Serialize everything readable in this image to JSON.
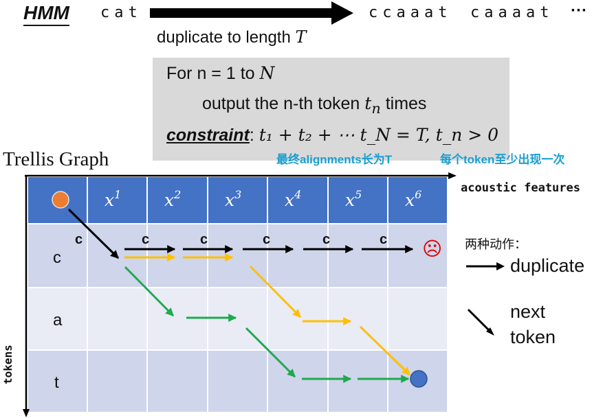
{
  "header": {
    "model_label": "HMM",
    "source_sequence": "cat",
    "output_sequence_1": "ccaaat",
    "output_sequence_2": "caaaat",
    "ellipsis": "···",
    "caption_text": "duplicate to length",
    "caption_symbol": "T"
  },
  "algorithm": {
    "line1_prefix": "For n = 1 to ",
    "line1_symbol": "N",
    "line2_prefix": "output the n-th token ",
    "line2_symbol_base": "t",
    "line2_symbol_sub": "n",
    "line2_suffix": " times",
    "constraint_label": "constraint",
    "constraint_colon": ": ",
    "constraint_formula": "t₁ + t₂ + ⋯ t_N = T, t_n > 0"
  },
  "trellis": {
    "title": "Trellis Graph",
    "note_total_length": "最终alignments长为T",
    "note_each_token": "每个token至少出现一次",
    "x_axis_label": "acoustic features",
    "y_axis_label": "tokens",
    "column_headers": [
      {
        "base": "x",
        "sup": "1"
      },
      {
        "base": "x",
        "sup": "2"
      },
      {
        "base": "x",
        "sup": "3"
      },
      {
        "base": "x",
        "sup": "4"
      },
      {
        "base": "x",
        "sup": "5"
      },
      {
        "base": "x",
        "sup": "6"
      }
    ],
    "row_labels": [
      "c",
      "a",
      "t"
    ],
    "arrow_labels": [
      "c",
      "c",
      "c",
      "c",
      "c",
      "c"
    ],
    "sad_face": "☹"
  },
  "legend": {
    "title": "两种动作：",
    "duplicate_label": "duplicate",
    "next_token_label_1": "next",
    "next_token_label_2": "token"
  },
  "colors": {
    "header_blue": "#4472c4",
    "row_c": "#cfd5ea",
    "row_a": "#e9ebf5",
    "row_t": "#cfd5ea",
    "start_node": "#ed7d31",
    "end_node": "#4472c4",
    "path_yellow": "#ffc000",
    "path_green": "#1eaa4e",
    "path_black": "#000000",
    "sad_face": "#e00000",
    "note_blue": "#1a9fd0"
  }
}
